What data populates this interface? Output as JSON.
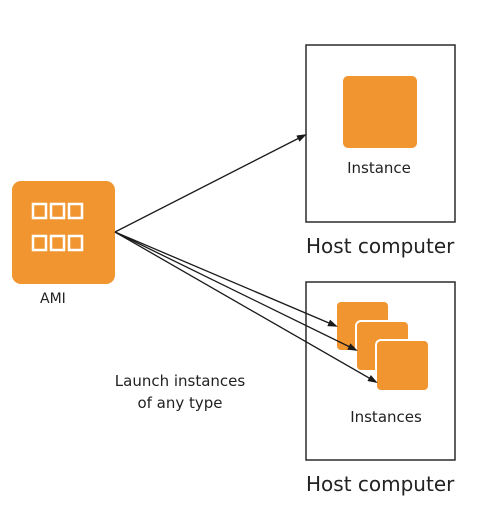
{
  "colors": {
    "accent_orange": "#F0952F",
    "line": "#1a1a1a",
    "box_border": "#2b2b2b"
  },
  "ami": {
    "label": "AMI",
    "icon": "ami-grid-icon"
  },
  "host_top": {
    "instance_label": "Instance",
    "host_label": "Host computer",
    "icon": "instance-square-icon"
  },
  "host_bottom": {
    "instances_label": "Instances",
    "host_label": "Host computer",
    "icon": "instances-stack-icon"
  },
  "caption": {
    "line1": "Launch instances",
    "line2": "of any type"
  }
}
